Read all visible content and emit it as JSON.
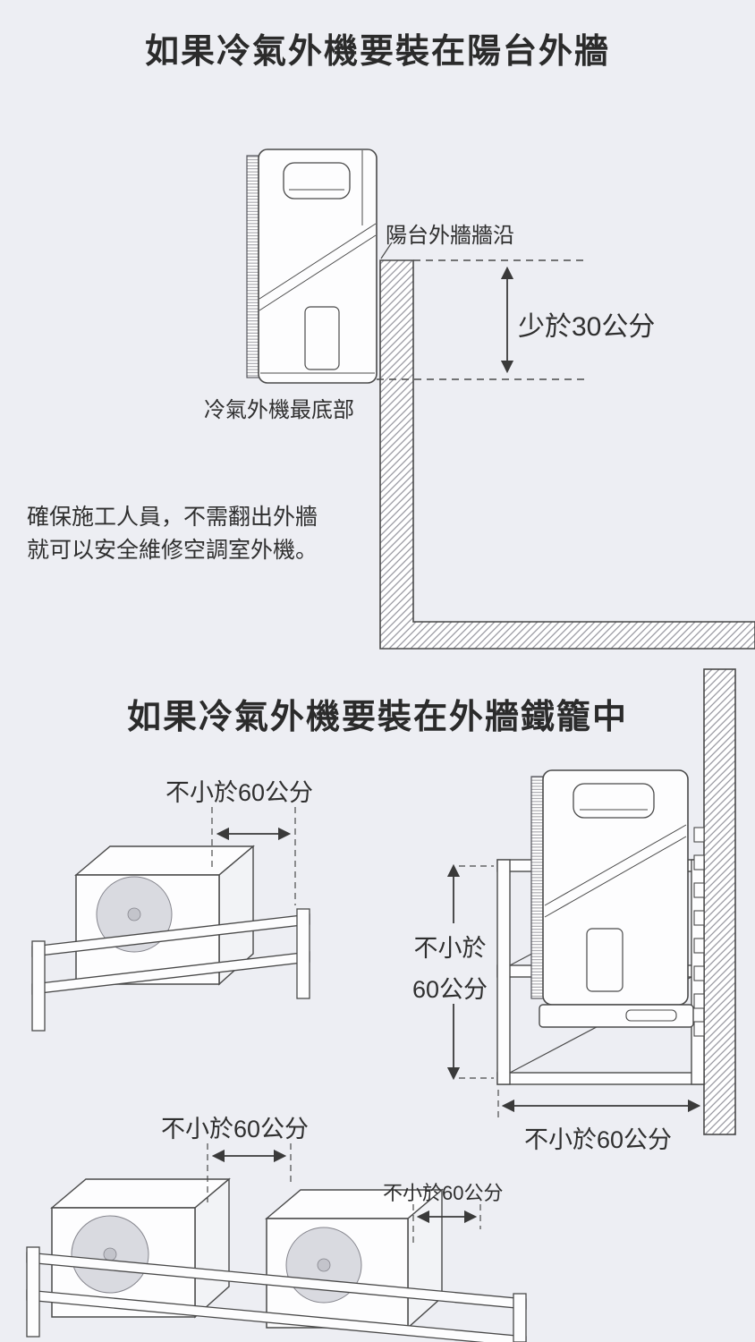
{
  "colors": {
    "background": "#edeef3",
    "line": "#4a4a4a",
    "text": "#2f2f2f",
    "unit_fill": "#fdfdfe",
    "fan_fill": "#d9dae0",
    "hatch": "#9a9aa2"
  },
  "balcony_section": {
    "title": "如果冷氣外機要裝在陽台外牆",
    "wall_edge_label": "陽台外牆牆沿",
    "clearance_label": "少於30公分",
    "unit_bottom_label": "冷氣外機最底部",
    "note_line1": "確保施工人員，不需翻出外牆",
    "note_line2": "就可以安全維修空調室外機。"
  },
  "cage_section": {
    "title": "如果冷氣外機要裝在外牆鐵籠中",
    "side_clearance_label": "不小於60公分",
    "vertical_clearance_line1": "不小於",
    "vertical_clearance_line2": "60公分",
    "cage_width_clearance_label": "不小於60公分",
    "row_side_clearance_label": "不小於60公分",
    "between_units_clearance_label": "不小於60公分"
  }
}
